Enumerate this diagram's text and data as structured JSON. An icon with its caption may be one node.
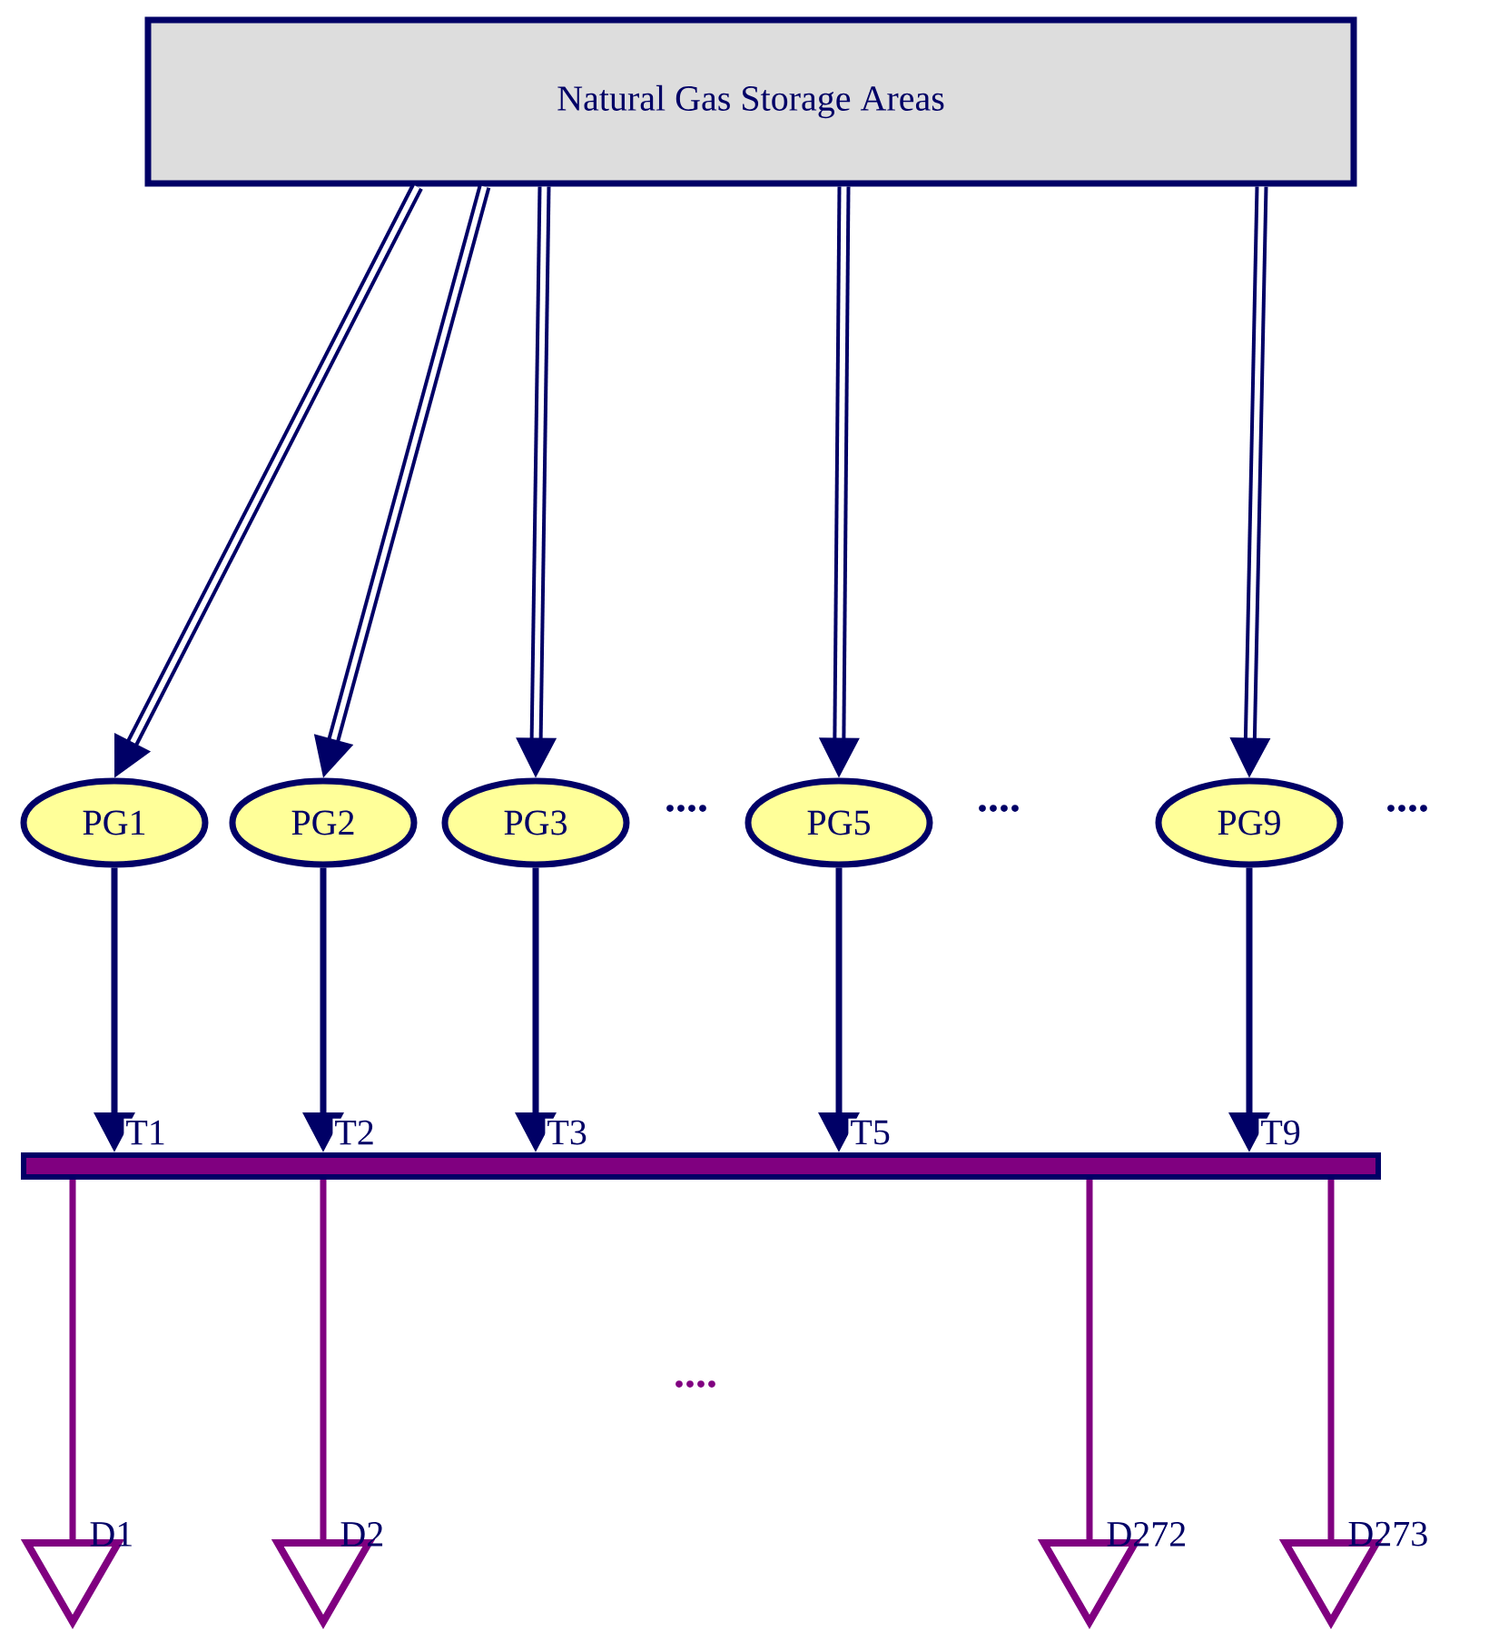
{
  "diagram": {
    "nodes": [
      {
        "text": [
          "Natural Gas Storage Areas"
        ]
      },
      {
        "text": [
          "PG1"
        ]
      },
      {
        "text": [
          "PG2"
        ]
      },
      {
        "text": [
          "PG3"
        ]
      },
      {
        "text": [
          "PG5"
        ]
      },
      {
        "text": [
          "PG9"
        ]
      },
      {
        "text": [],
        "shape": "bar"
      },
      {
        "text": [],
        "shape": "triangle",
        "beside": [
          "D1"
        ]
      },
      {
        "text": [],
        "shape": "triangle",
        "beside": [
          "D2"
        ]
      },
      {
        "text": [],
        "shape": "triangle",
        "beside": [
          "D272"
        ]
      },
      {
        "text": [],
        "shape": "triangle",
        "beside": [
          "D273"
        ]
      }
    ],
    "edges": [
      {
        "from": 0,
        "to": 1,
        "arrow": "to",
        "style": "thick"
      },
      {
        "from": 0,
        "to": 2,
        "arrow": "to",
        "style": "thick"
      },
      {
        "from": 0,
        "to": 3,
        "arrow": "to",
        "style": "thick"
      },
      {
        "from": 0,
        "to": 4,
        "arrow": "to",
        "style": "thick"
      },
      {
        "from": 0,
        "to": 5,
        "arrow": "to",
        "style": "thick"
      },
      {
        "from": 1,
        "to": 6,
        "arrow": "to",
        "label": "T1"
      },
      {
        "from": 2,
        "to": 6,
        "arrow": "to",
        "label": "T2"
      },
      {
        "from": 3,
        "to": 6,
        "arrow": "to",
        "label": "T3"
      },
      {
        "from": 4,
        "to": 6,
        "arrow": "to",
        "label": "T5"
      },
      {
        "from": 5,
        "to": 6,
        "arrow": "to",
        "label": "T9"
      },
      {
        "from": 6,
        "to": 7,
        "arrow": "none",
        "color": "#800080"
      },
      {
        "from": 6,
        "to": 8,
        "arrow": "none",
        "color": "#800080"
      },
      {
        "from": 6,
        "to": 9,
        "arrow": "none",
        "color": "#800080"
      },
      {
        "from": 6,
        "to": 10,
        "arrow": "none",
        "color": "#800080"
      }
    ],
    "labels": [
      "....",
      "....",
      "....",
      "...."
    ]
  }
}
